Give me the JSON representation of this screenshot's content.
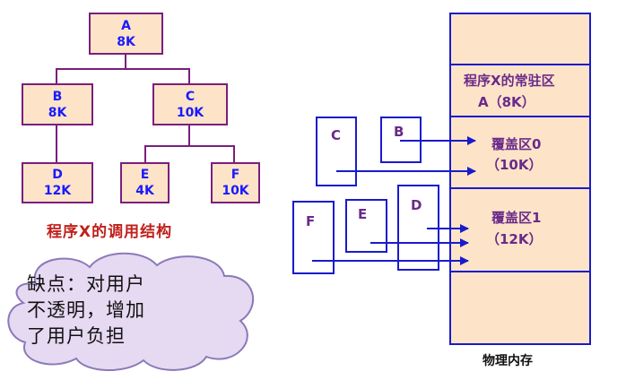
{
  "tree": {
    "nodes": {
      "A": {
        "name": "A",
        "size": "8K"
      },
      "B": {
        "name": "B",
        "size": "8K"
      },
      "C": {
        "name": "C",
        "size": "10K"
      },
      "D": {
        "name": "D",
        "size": "12K"
      },
      "E": {
        "name": "E",
        "size": "4K"
      },
      "F": {
        "name": "F",
        "size": "10K"
      }
    },
    "caption": "程序X的调用结构"
  },
  "cloud": {
    "lines": [
      "缺点：对用户",
      "不透明，增加",
      "了用户负担"
    ]
  },
  "memory": {
    "resident_line1": "程序X的常驻区",
    "resident_line2": "A（8K）",
    "overlay0_line1": "覆盖区0",
    "overlay0_line2": "（10K）",
    "overlay1_line1": "覆盖区1",
    "overlay1_line2": "（12K）",
    "label": "物理内存"
  },
  "overlays": {
    "B": "B",
    "C": "C",
    "D": "D",
    "E": "E",
    "F": "F"
  },
  "colors": {
    "node_fill": "#fde4c8",
    "node_border": "#7b1e7e",
    "memory_border": "#1a1acc",
    "caption": "#c0201b"
  }
}
